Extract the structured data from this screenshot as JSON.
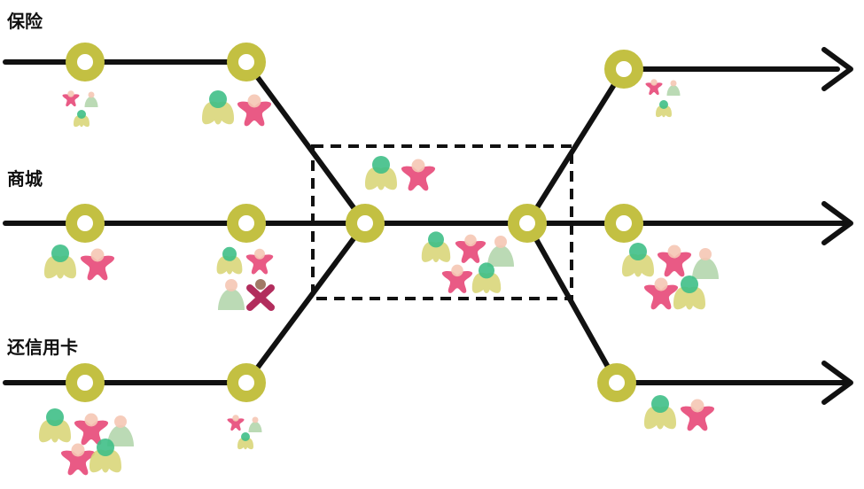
{
  "lanes": [
    {
      "label": "保险"
    },
    {
      "label": "商城"
    },
    {
      "label": "还信用卡"
    }
  ],
  "colors": {
    "line": "#111111",
    "node": "#c3c042",
    "box_border": "#111111",
    "figure_green": "#3fbf87",
    "figure_pink": "#e8517e",
    "figure_peach": "#f5c7b4",
    "figure_yellow": "#d9d67a",
    "figure_sage": "#b7d8b1",
    "figure_red": "#b22d5d",
    "figure_brown": "#a17a66"
  }
}
